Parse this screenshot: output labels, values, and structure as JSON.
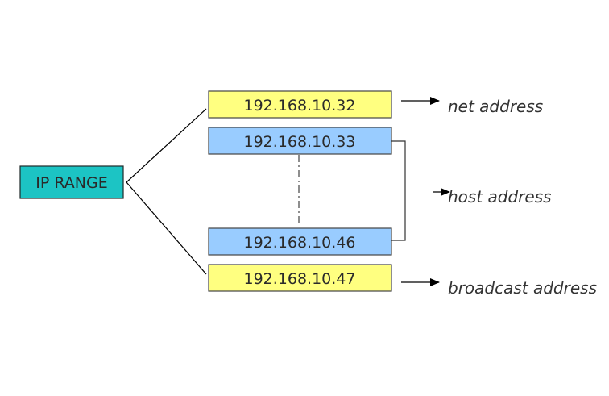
{
  "range_label": "IP RANGE",
  "addresses": {
    "net": "192.168.10.32",
    "first_host": "192.168.10.33",
    "last_host": "192.168.10.46",
    "broadcast": "192.168.10.47"
  },
  "annotations": {
    "net": "net address",
    "host": "host address",
    "broadcast": "broadcast address"
  },
  "colors": {
    "range_box": "#1cc4c4",
    "net_broadcast_box": "#ffff80",
    "host_box": "#99ccff",
    "line": "#000000"
  }
}
